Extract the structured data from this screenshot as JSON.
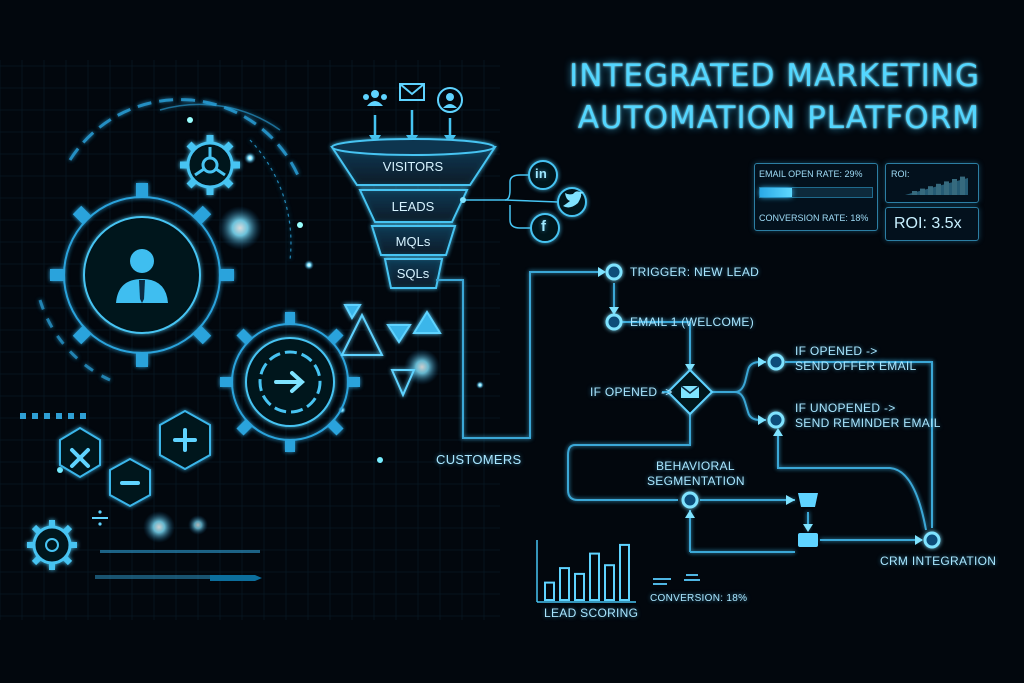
{
  "title": {
    "line1": "INTEGRATED MARKETING",
    "line2": "AUTOMATION PLATFORM"
  },
  "colors": {
    "background": "#02070d",
    "accent": "#53d6ff",
    "line": "#3aa7d6",
    "node": "#1fa3e0"
  },
  "funnel": {
    "stages": [
      "VISITORS",
      "LEADS",
      "MQLs",
      "SQLs"
    ],
    "sources": [
      "users-icon",
      "mail-icon",
      "user-icon"
    ],
    "output": "CUSTOMERS",
    "social": [
      "linkedin-icon",
      "twitter-icon",
      "facebook-icon"
    ]
  },
  "metrics": {
    "email_open_label": "EMAIL OPEN RATE: 29%",
    "email_open_value": 0.29,
    "conversion_label": "CONVERSION RATE: 18%",
    "roi_label": "ROI:",
    "roi_value": "ROI: 3.5x"
  },
  "workflow": {
    "trigger": "TRIGGER: NEW LEAD",
    "email1": "EMAIL 1 (WELCOME)",
    "if_opened": "IF OPENED ->",
    "opened_branch_line1": "IF OPENED ->",
    "opened_branch_line2": "SEND OFFER EMAIL",
    "unopened_branch_line1": "IF UNOPENED ->",
    "unopened_branch_line2": "SEND REMINDER EMAIL",
    "segmentation_line1": "BEHAVIORAL",
    "segmentation_line2": "SEGMENTATION",
    "crm": "CRM INTEGRATION"
  },
  "lead_scoring": {
    "label": "LEAD SCORING",
    "values": [
      0.3,
      0.55,
      0.45,
      0.8,
      0.6,
      0.95
    ]
  },
  "conversion_caption": "CONVERSION: 18%",
  "hud_icons": [
    "gear-icon",
    "gear-icon",
    "gear-icon",
    "person-icon",
    "arrow-right-icon",
    "close-icon",
    "minus-icon",
    "plus-icon",
    "divide-icon"
  ]
}
